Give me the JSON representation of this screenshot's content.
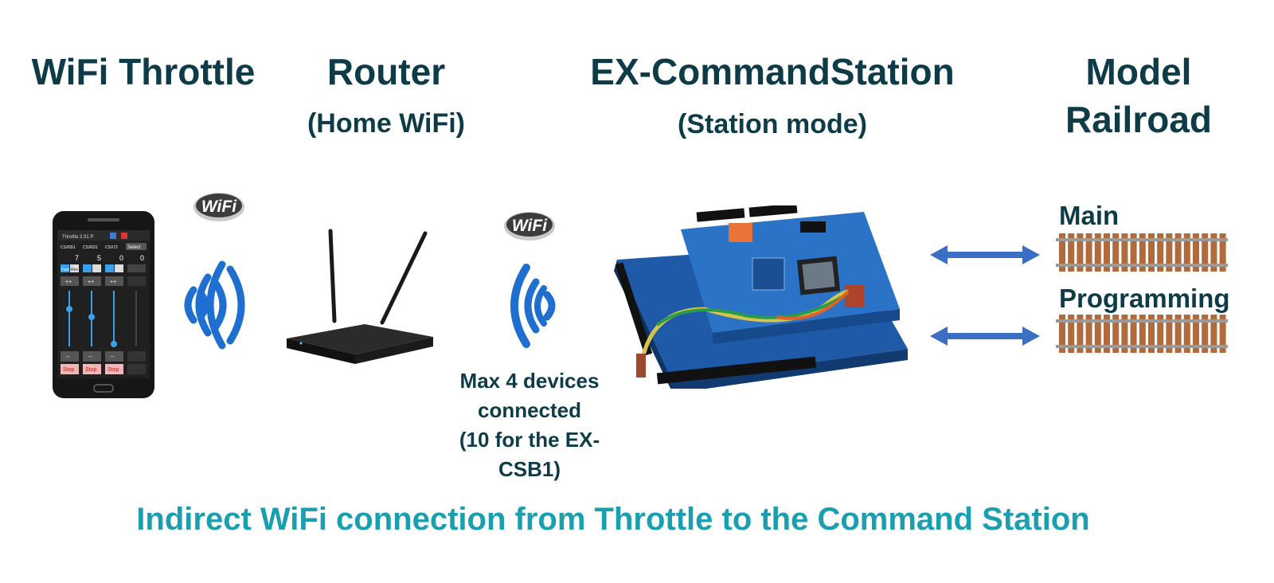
{
  "titles": {
    "throttle": "WiFi Throttle",
    "router": "Router",
    "router_sub": "(Home WiFi)",
    "station": "EX-CommandStation",
    "station_sub": "(Station mode)",
    "railroad_line1": "Model",
    "railroad_line2": "Railroad"
  },
  "tracks": {
    "main": "Main",
    "programming": "Programming"
  },
  "note": {
    "line1": "Max 4 devices",
    "line2": "connected",
    "line3": "(10 for the EX-",
    "line4": "CSB1)"
  },
  "caption": "Indirect WiFi connection from Throttle to the Command Station",
  "wifi_badge": "WiFi",
  "phone": {
    "status": "Throttle 2:31 P",
    "select": "Select",
    "locos": [
      "CSX551",
      "CSX631",
      "CSX72"
    ],
    "speeds": [
      "7",
      "5",
      "0",
      "0"
    ],
    "fwd": "Fwd",
    "rev": "Rev",
    "plus": "++",
    "minus": "--",
    "stop": "Stop"
  },
  "icons": [
    "wifi-badge-icon",
    "wifi-waves-icon",
    "double-arrow-icon"
  ],
  "colors": {
    "title": "#0d3b47",
    "caption": "#1a9fb0",
    "arrow": "#3a6fc4",
    "wave": "#1e6fd0",
    "board": "#1d5fb0",
    "rail_tie": "#b06a3c"
  }
}
